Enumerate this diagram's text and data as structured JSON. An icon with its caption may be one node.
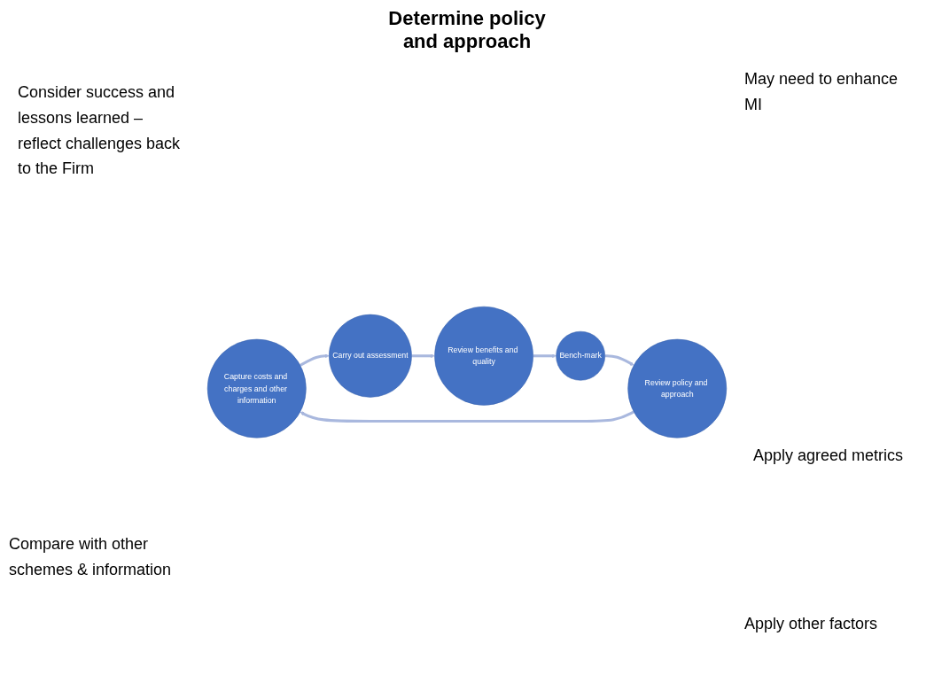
{
  "diagram": {
    "title": "Determine policy and approach",
    "nodes": [
      {
        "text": [
          "Capture costs and charges and other information"
        ]
      },
      {
        "text": [
          "Carry out assessment"
        ]
      },
      {
        "text": [
          "Review benefits and quality"
        ]
      },
      {
        "text": [
          "Bench-mark"
        ]
      },
      {
        "text": [
          "Review policy and approach"
        ]
      }
    ],
    "edges": [
      {
        "from": 0,
        "to": 1,
        "arrow": "to"
      },
      {
        "from": 1,
        "to": 2,
        "arrow": "to"
      },
      {
        "from": 2,
        "to": 3,
        "arrow": "to"
      },
      {
        "from": 3,
        "to": 4,
        "arrow": "to"
      },
      {
        "from": 4,
        "to": 0,
        "arrow": "to"
      }
    ],
    "labels": [
      "Consider success and lessons learned – reflect challenges back to the Firm",
      "May need to enhance MI",
      "Apply agreed metrics",
      "Compare with other schemes & information",
      "Apply other factors"
    ]
  }
}
